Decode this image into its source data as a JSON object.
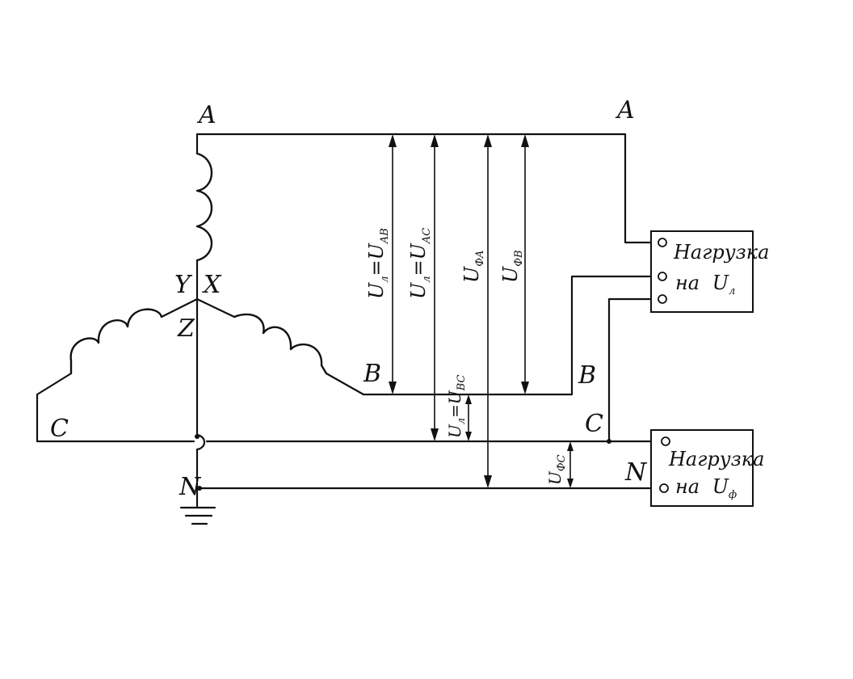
{
  "terminals": {
    "a_generator": "A",
    "a_line": "A",
    "b_generator": "B",
    "b_line": "B",
    "c_generator": "C",
    "c_line": "C",
    "n_generator": "N",
    "n_line": "N",
    "star_y": "Y",
    "star_x": "X",
    "star_z": "Z"
  },
  "voltages": {
    "u_ab": {
      "main": "U",
      "sub": "л",
      "eq": "=U",
      "sub2": "AB"
    },
    "u_ac": {
      "main": "U",
      "sub": "л",
      "eq": "=U",
      "sub2": "AC"
    },
    "u_fa": {
      "main": "U",
      "sub": "ФA"
    },
    "u_fb": {
      "main": "U",
      "sub": "ФB"
    },
    "u_bc": {
      "main": "U",
      "sub": "л",
      "eq": "=U",
      "sub2": "BC"
    },
    "u_fc": {
      "main": "U",
      "sub": "ФC"
    }
  },
  "loads": {
    "line_load": {
      "line1": "Нагрузка",
      "line2": "на",
      "u": "U",
      "sub": "л"
    },
    "phase_load": {
      "line1": "Нагрузка",
      "line2": "на",
      "u": "U",
      "sub": "ф"
    }
  }
}
